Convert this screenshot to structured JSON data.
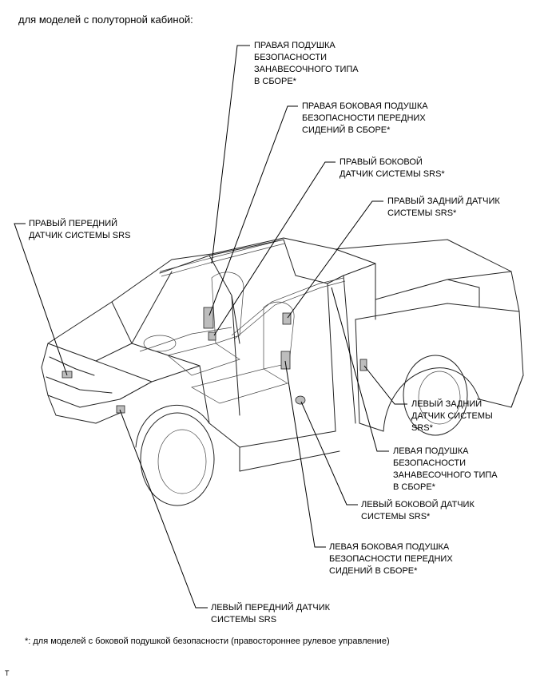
{
  "title": "для моделей с полуторной кабиной:",
  "labels": {
    "right_curtain": "ПРАВАЯ ПОДУШКА\nБЕЗОПАСНОСТИ\nЗАНАВЕСОЧНОГО ТИПА\nВ СБОРЕ*",
    "right_side_airbag": "ПРАВАЯ БОКОВАЯ ПОДУШКА\nБЕЗОПАСНОСТИ ПЕРЕДНИХ\nСИДЕНИЙ В СБОРЕ*",
    "right_side_sensor": "ПРАВЫЙ БОКОВОЙ\nДАТЧИК СИСТЕМЫ SRS*",
    "right_rear_sensor": "ПРАВЫЙ ЗАДНИЙ ДАТЧИК\nСИСТЕМЫ SRS*",
    "right_front_sensor": "ПРАВЫЙ ПЕРЕДНИЙ\nДАТЧИК СИСТЕМЫ SRS",
    "left_rear_sensor": "ЛЕВЫЙ ЗАДНИЙ\nДАТЧИК СИСТЕМЫ\nSRS*",
    "left_curtain": "ЛЕВАЯ ПОДУШКА\nБЕЗОПАСНОСТИ\nЗАНАВЕСОЧНОГО ТИПА\nВ СБОРЕ*",
    "left_side_sensor": "ЛЕВЫЙ БОКОВОЙ ДАТЧИК\nСИСТЕМЫ SRS*",
    "left_side_airbag": "ЛЕВАЯ БОКОВАЯ ПОДУШКА\nБЕЗОПАСНОСТИ ПЕРЕДНИХ\nСИДЕНИЙ В СБОРЕ*",
    "left_front_sensor": "ЛЕВЫЙ ПЕРЕДНИЙ ДАТЧИК\nСИСТЕМЫ SRS"
  },
  "footnote": "*: для моделей с боковой подушкой безопасности (правостороннее рулевое управление)",
  "corner_mark": "T"
}
